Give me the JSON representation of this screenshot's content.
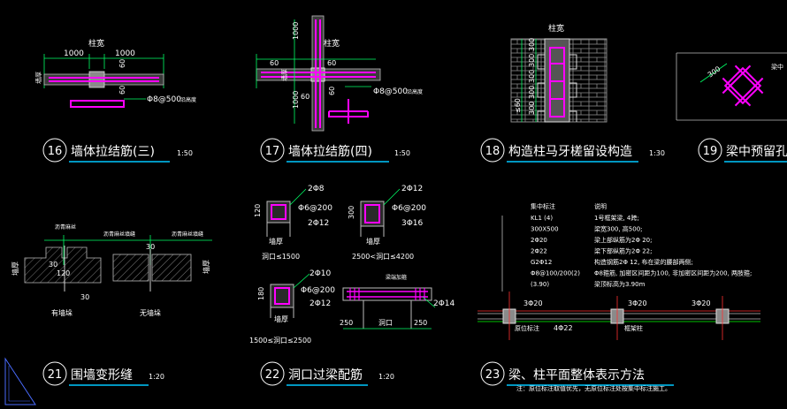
{
  "colors": {
    "background": "#000000",
    "title_text": "#ffffff",
    "underline": "#00c8ff",
    "dim_text": "#ffffff",
    "dim_line": "#00ff66",
    "rebar": "#ff00ff",
    "concrete": "#808080",
    "label": "#ffffff",
    "ann_green": "#00ff00",
    "ann_red": "#ff3030",
    "beam_line": "#ff3030"
  },
  "details": [
    {
      "num": "16",
      "title": "墙体拉结筋(三)",
      "scale": "1:50"
    },
    {
      "num": "17",
      "title": "墙体拉结筋(四)",
      "scale": "1:50"
    },
    {
      "num": "18",
      "title": "构造柱马牙槎留设构造",
      "scale": "1:30"
    },
    {
      "num": "19",
      "title": "梁中预留孔",
      "scale": ""
    },
    {
      "num": "21",
      "title": "围墙变形缝",
      "scale": "1:20"
    },
    {
      "num": "22",
      "title": "洞口过梁配筋",
      "scale": "1:20"
    },
    {
      "num": "23",
      "title": "梁、柱平面整体表示方法",
      "scale": ""
    }
  ],
  "d16": {
    "top_label": "柱宽",
    "dim_left": "1000",
    "dim_right": "1000",
    "dim_side1": "60",
    "dim_side2": "60",
    "wall_label": "墙厚",
    "rebar_note": "Φ8@500",
    "rebar_note_small": "沿高度"
  },
  "d17": {
    "top_label": "柱宽",
    "dim_top1": "1000",
    "dim_top2": "1000",
    "dim_60a": "60",
    "dim_60b": "60",
    "dim_60c": "60",
    "dim_60d": "60",
    "wall_label": "墙厚",
    "rebar_note": "Φ8@500",
    "rebar_note_small": "沿高度"
  },
  "d18": {
    "top_label": "柱宽",
    "dims": [
      "300",
      "300",
      "300",
      "300",
      "300"
    ],
    "side_dim": "≤60"
  },
  "d19": {
    "dim": "300",
    "note": "梁中"
  },
  "d21": {
    "note_top": "沥青麻丝",
    "note_left": "沥青麻丝填缝",
    "note_right": "沥青麻丝填缝",
    "dim_30a": "30",
    "dim_30b": "30",
    "dim_30c": "30",
    "dim_120": "120",
    "wall_left": "墙厚",
    "wall_right": "墙厚",
    "caption_left": "有墙垛",
    "caption_right": "无墙垛"
  },
  "d22": {
    "a_top": "2Φ8",
    "a_stir": "Φ6@200",
    "a_bot": "2Φ12",
    "a_dim": "120",
    "a_wall": "墙厚",
    "a_cond": "洞口≤1500",
    "b_top": "2Φ12",
    "b_stir": "Φ6@200",
    "b_bot": "3Φ16",
    "b_dim": "300",
    "b_wall": "墙厚",
    "b_cond": "2500<洞口≤4200",
    "c_top": "2Φ10",
    "c_stir": "Φ6@200",
    "c_bot": "2Φ12",
    "c_dim": "180",
    "c_wall": "墙厚",
    "c_cond": "1500≤洞口≤2500",
    "d_note": "梁端加箍",
    "d_bar": "2Φ14",
    "d_dim1": "250",
    "d_dim2": "250",
    "d_hole": "洞口"
  },
  "d23": {
    "head_left": "集中标注",
    "head_right": "说明",
    "rows": [
      {
        "k": "KL1 (4)",
        "v": "1号框架梁, 4跨;"
      },
      {
        "k": "300X500",
        "v": "梁宽300, 高500;"
      },
      {
        "k": "2Φ20",
        "v": "梁上部纵筋为2Φ 20;"
      },
      {
        "k": "2Φ22",
        "v": "梁下部纵筋为2Φ 22;"
      },
      {
        "k": "G2Φ12",
        "v": "构造钢筋2Φ 12, 布在梁的腰部两侧;"
      },
      {
        "k": "Φ8@100/200(2)",
        "v": "Φ8箍筋, 加密区间距为100, 非加密区间距为200, 两肢箍;"
      },
      {
        "k": "(3.90)",
        "v": "梁顶标高为3.90m"
      }
    ],
    "bar1": "3Φ20",
    "bar2": "3Φ20",
    "bar3": "3Φ20",
    "bottom_bar": "4Φ22",
    "label_left": "原位标注",
    "label_right": "框架柱",
    "footnote": "注：原位标注取值优先，无原位标注处按集中标注施工。"
  }
}
